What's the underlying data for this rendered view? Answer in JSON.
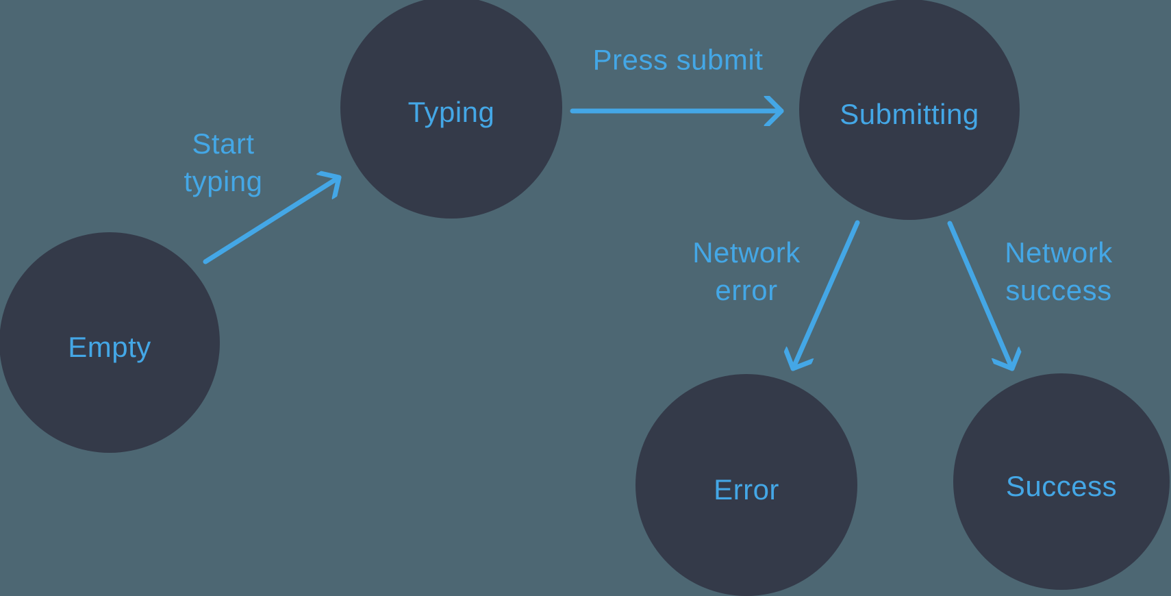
{
  "diagram": {
    "type": "state-machine",
    "colors": {
      "background": "#4D6773",
      "node_fill": "#343A49",
      "accent": "#44A7E6"
    },
    "nodes": {
      "empty": {
        "label": "Empty"
      },
      "typing": {
        "label": "Typing"
      },
      "submitting": {
        "label": "Submitting"
      },
      "error": {
        "label": "Error"
      },
      "success": {
        "label": "Success"
      }
    },
    "edges": {
      "start_typing": {
        "from": "Empty",
        "to": "Typing",
        "label": "Start typing",
        "label_lines": [
          "Start",
          "typing"
        ]
      },
      "press_submit": {
        "from": "Typing",
        "to": "Submitting",
        "label": "Press submit"
      },
      "network_error": {
        "from": "Submitting",
        "to": "Error",
        "label": "Network error",
        "label_lines": [
          "Network",
          "error"
        ]
      },
      "network_success": {
        "from": "Submitting",
        "to": "Success",
        "label": "Network success",
        "label_lines": [
          "Network",
          "success"
        ]
      }
    }
  }
}
